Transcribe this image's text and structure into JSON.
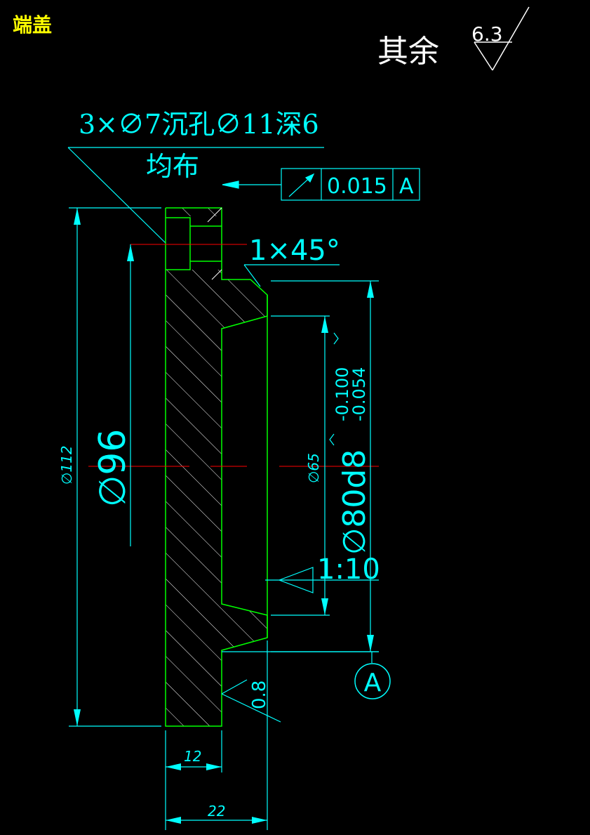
{
  "title": "端盖",
  "surface_finish": {
    "label": "其余",
    "value": "6.3"
  },
  "hole_note": {
    "line1": "3×∅7沉孔∅11深6",
    "line2": "均布"
  },
  "geometric_tolerance": {
    "value": "0.015",
    "datum": "A"
  },
  "chamfer": "1×45°",
  "dimensions": {
    "d112": "∅112",
    "d96": "∅96",
    "d65": "∅65",
    "d80": "∅80d8",
    "d80_tol_upper": "-0.100",
    "d80_tol_lower": "-0.054",
    "taper": "1:10",
    "roughness": "0.8",
    "w12": "12",
    "w22": "22"
  },
  "datum_label": "A",
  "colors": {
    "text_title": "#FFFF00",
    "outline": "#00FF00",
    "dimension": "#00FFFF",
    "center": "#FF0000",
    "note": "#FFFFFF"
  }
}
